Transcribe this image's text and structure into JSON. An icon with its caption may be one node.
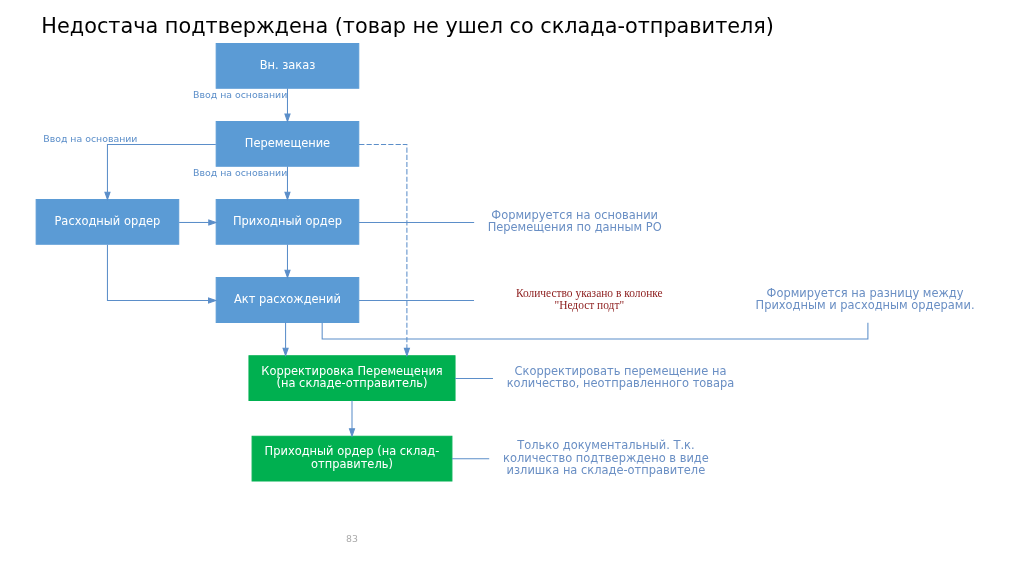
{
  "diagram": {
    "title": "Недостача подтверждена (товар не ушел со склада-отправителя)",
    "nodes": [
      {
        "text": [
          "Вн. заказ"
        ]
      },
      {
        "text": [
          "Перемещение"
        ]
      },
      {
        "text": [
          "Расходный ордер"
        ]
      },
      {
        "text": [
          "Приходный ордер"
        ]
      },
      {
        "text": [
          "Акт расхождений"
        ]
      },
      {
        "text": [
          "Корректировка Перемещения (на складе-отправитель)"
        ]
      },
      {
        "text": [
          "Приходный ордер (на склад-отправитель)"
        ]
      },
      {
        "text": [
          "Формируется на основании Перемещения по данным РО"
        ]
      },
      {
        "text": [
          "Количество указано в колонке \"Недост подт\""
        ]
      },
      {
        "text": [
          "Формируется на разницу между Приходным и расходным ордерами."
        ]
      },
      {
        "text": [
          "Скорректировать перемещение на количество, неотправленного товара"
        ]
      },
      {
        "text": [
          "Только документальный. Т.к. количество подтверждено в виде излишка на складе-отправителе"
        ]
      }
    ],
    "edges": [
      {
        "from": 0,
        "to": 1,
        "arrow": "to",
        "label": "Ввод на основании"
      },
      {
        "from": 1,
        "to": 3,
        "arrow": "to",
        "label": "Ввод на основании"
      },
      {
        "from": 1,
        "to": 2,
        "arrow": "to",
        "label": "Ввод на основании"
      },
      {
        "from": 2,
        "to": 3,
        "arrow": "to"
      },
      {
        "from": 2,
        "to": 4,
        "arrow": "to"
      },
      {
        "from": 3,
        "to": 4,
        "arrow": "to"
      },
      {
        "from": 4,
        "to": 5,
        "arrow": "to"
      },
      {
        "from": 1,
        "to": 5,
        "arrow": "to",
        "style": "dashed"
      },
      {
        "from": 5,
        "to": 6,
        "arrow": "to"
      },
      {
        "from": 3,
        "to": 7,
        "arrow": "none"
      },
      {
        "from": 4,
        "to": 8,
        "arrow": "none"
      },
      {
        "from": 4,
        "to": 9,
        "arrow": "none"
      },
      {
        "from": 5,
        "to": 10,
        "arrow": "none"
      },
      {
        "from": 6,
        "to": 11,
        "arrow": "none"
      }
    ],
    "labels": [
      "83"
    ]
  }
}
